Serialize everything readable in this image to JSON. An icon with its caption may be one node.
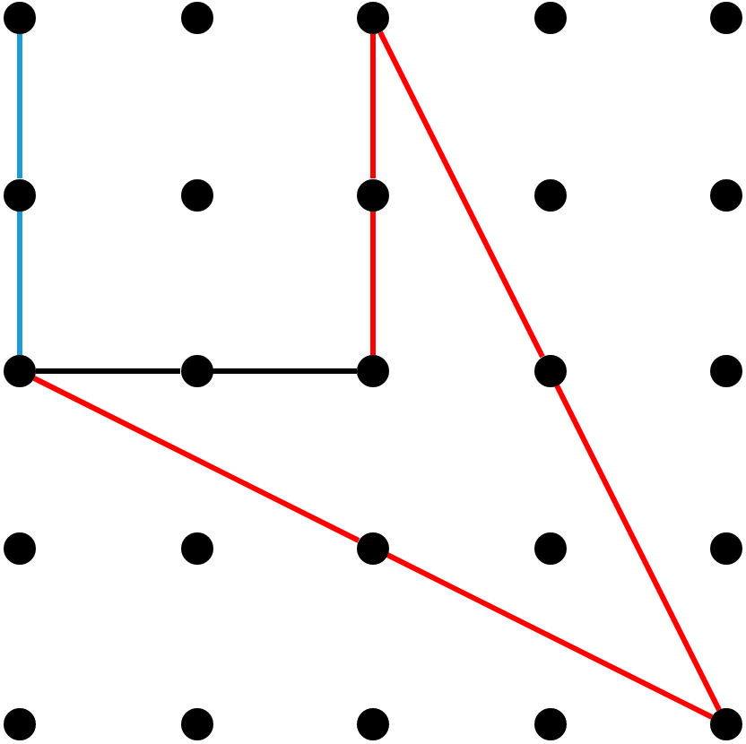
{
  "diagram": {
    "nodes": [
      {
        "text": [],
        "shape": "circle"
      },
      {
        "text": [],
        "shape": "circle"
      },
      {
        "text": [],
        "shape": "circle"
      },
      {
        "text": [],
        "shape": "circle"
      },
      {
        "text": [],
        "shape": "circle"
      },
      {
        "text": [],
        "shape": "circle"
      },
      {
        "text": [],
        "shape": "circle"
      },
      {
        "text": [],
        "shape": "circle"
      },
      {
        "text": [],
        "shape": "circle"
      },
      {
        "text": [],
        "shape": "circle"
      },
      {
        "text": [],
        "shape": "circle"
      },
      {
        "text": [],
        "shape": "circle"
      },
      {
        "text": [],
        "shape": "circle"
      },
      {
        "text": [],
        "shape": "circle"
      },
      {
        "text": [],
        "shape": "circle"
      },
      {
        "text": [],
        "shape": "circle"
      },
      {
        "text": [],
        "shape": "circle"
      },
      {
        "text": [],
        "shape": "circle"
      },
      {
        "text": [],
        "shape": "circle"
      },
      {
        "text": [],
        "shape": "circle"
      },
      {
        "text": [],
        "shape": "circle"
      },
      {
        "text": [],
        "shape": "circle"
      },
      {
        "text": [],
        "shape": "circle"
      },
      {
        "text": [],
        "shape": "circle"
      },
      {
        "text": [],
        "shape": "circle"
      }
    ],
    "edges": [
      {
        "from": 0,
        "to": 5,
        "arrow": "none",
        "color": "#1e9bd7"
      },
      {
        "from": 5,
        "to": 10,
        "arrow": "none",
        "color": "#1e9bd7"
      },
      {
        "from": 2,
        "to": 7,
        "arrow": "none"
      },
      {
        "from": 7,
        "to": 12,
        "arrow": "none"
      },
      {
        "from": 2,
        "to": 13,
        "arrow": "none"
      },
      {
        "from": 13,
        "to": 24,
        "arrow": "none"
      },
      {
        "from": 10,
        "to": 11,
        "arrow": "none",
        "color": "#000000"
      },
      {
        "from": 11,
        "to": 12,
        "arrow": "none",
        "color": "#000000"
      },
      {
        "from": 10,
        "to": 17,
        "arrow": "none"
      },
      {
        "from": 17,
        "to": 24,
        "arrow": "none"
      }
    ]
  }
}
